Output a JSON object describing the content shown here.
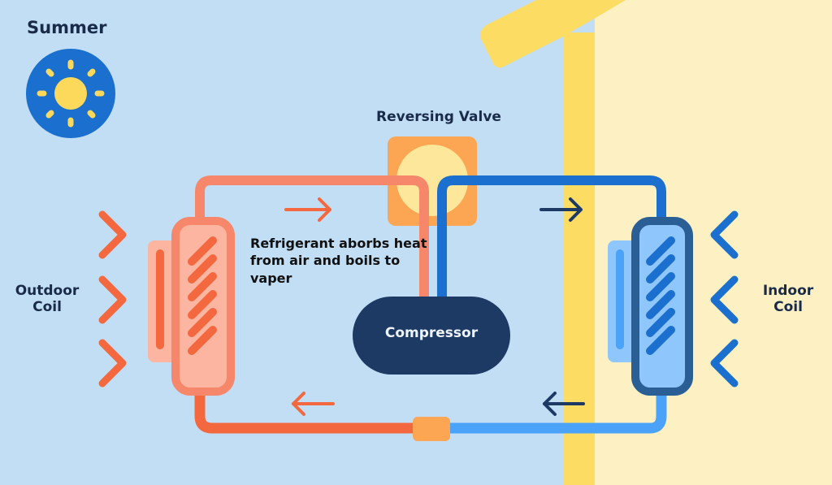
{
  "season": {
    "label": "Summer",
    "icon": "sun-icon"
  },
  "labels": {
    "reversing_valve": "Reversing Valve",
    "outdoor_coil_line1": "Outdoor",
    "outdoor_coil_line2": "Coil",
    "indoor_coil_line1": "Indoor",
    "indoor_coil_line2": "Coil",
    "compressor": "Compressor",
    "note": "Refrigerant aborbs heat from air and boils to vaper"
  },
  "colors": {
    "outdoor_bg": "#c2def5",
    "indoor_bg": "#fdf0c2",
    "house_wall": "#fddc63",
    "hot_line": "#f4683f",
    "hot_line_light": "#f6876a",
    "cold_line": "#1a6fcf",
    "cold_line_light": "#4aa3f8",
    "compressor": "#1c3a64",
    "valve_box": "#fca553",
    "valve_circle": "#fde79a",
    "sun_disc": "#1a6fcf",
    "sun_core": "#fdd95b",
    "dark_arrow": "#1c3a64"
  },
  "flow": {
    "top_left_direction": "right",
    "top_right_direction": "right",
    "bottom_left_direction": "left",
    "bottom_right_direction": "left",
    "outdoor_air_direction": "right",
    "indoor_air_direction": "left"
  }
}
